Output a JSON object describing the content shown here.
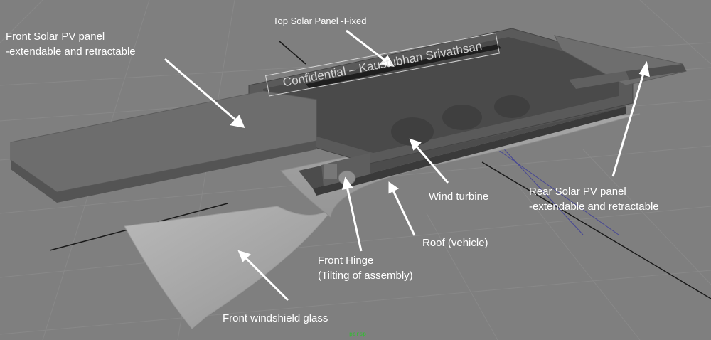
{
  "labels": {
    "top_panel": "Top Solar Panel -Fixed",
    "front_panel_line1": "Front Solar PV panel",
    "front_panel_line2": "-extendable and retractable",
    "wind_turbine": "Wind turbine",
    "rear_panel_line1": "Rear Solar PV panel",
    "rear_panel_line2": "-extendable and retractable",
    "roof": "Roof (vehicle)",
    "front_hinge_line1": "Front Hinge",
    "front_hinge_line2": "(Tilting of assembly)",
    "windshield": "Front windshield glass"
  },
  "watermark": "Confidential – Kaustubhan Srivathsan",
  "viewport": {
    "camera": "persp"
  },
  "colors": {
    "background": "#7f7f7f",
    "panel_top": "#6b6b6b",
    "panel_front_side": "#555555",
    "label_text": "#ffffff",
    "camera_label": "#2fbf2f"
  }
}
